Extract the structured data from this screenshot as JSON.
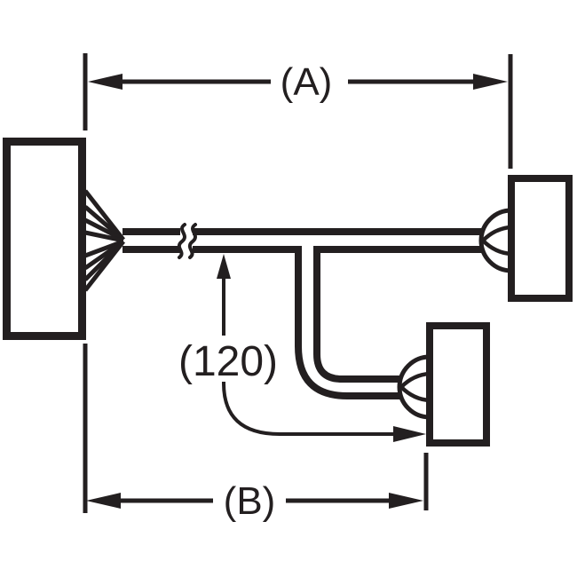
{
  "diagram": {
    "description": "Cable assembly outline drawing with two branch connectors and dimension callouts",
    "labels": {
      "dim_a": "(A)",
      "dim_b": "(B)",
      "branch_length": "(120)"
    },
    "colors": {
      "line": "#231f20",
      "background": "#ffffff",
      "connector_fill": "#ffffff"
    }
  }
}
